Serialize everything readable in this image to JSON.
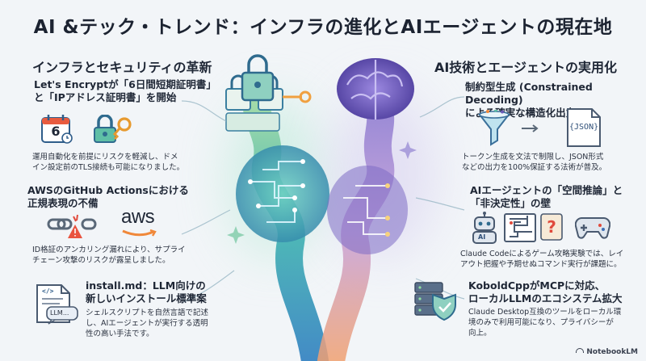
{
  "title": "AI &テック・トレンド：インフラの進化とAIエージェントの現在地",
  "left_section": {
    "heading": "インフラとセキュリティの革新",
    "blocks": [
      {
        "title_line1": "Let's Encryptが「6日間短期証明書」",
        "title_line2": "と「IPアドレス証明書」を開始",
        "desc_line1": "運用自動化を前提にリスクを軽減し、ドメ",
        "desc_line2": "イン設定前のTLS接続も可能になりました。",
        "calendar_number": "6"
      },
      {
        "title_line1": "AWSのGitHub Actionsにおける",
        "title_line2": "正規表現の不備",
        "desc_line1": "ID格証のアンカリング漏れにより、サプライ",
        "desc_line2": "チェーン攻撃のリスクが露呈しました。",
        "aws_logo": "aws"
      },
      {
        "title_line1": "install.md：LLM向けの",
        "title_line2": "新しいインストール標準案",
        "desc_line1": "シェルスクリプトを自然言語で記述",
        "desc_line2": "し、AIエージェントが実行する透明",
        "desc_line3": "性の高い手法です。",
        "doc_code": "</>",
        "doc_label": "LLM..."
      }
    ]
  },
  "right_section": {
    "heading": "AI技術とエージェントの実用化",
    "blocks": [
      {
        "title_line1": "制約型生成 (Constrained Decoding)",
        "title_line2": "による確実な構造化出力",
        "desc_line1": "トークン生成を文法で制限し、JSON形式",
        "desc_line2": "などの出力を100%保証する法術が普及。",
        "json_label": "{JSON}"
      },
      {
        "title_line1": "AIエージェントの「空間推論」と",
        "title_line2": "「非決定性」の壁",
        "desc_line1": "Claude Codeによるゲーム攻略実験では、レイ",
        "desc_line2": "アウト把握や予期せぬコマンド実行が課題に。",
        "robot_label": "AI"
      },
      {
        "title_line1": "KoboldCppがMCPに対応、",
        "title_line2": "ローカルLLMのエコシステム拡大",
        "desc_line1": "Claude Desktop互換のツールをローカル環",
        "desc_line2": "境のみで利用可能になり、プライバシーが",
        "desc_line3": "向上。"
      }
    ]
  },
  "watermark": "NotebookLM",
  "colors": {
    "teal": "#3fb3b0",
    "green": "#8fc85a",
    "purple": "#6b5bb8",
    "blue": "#3d6fb5",
    "orange": "#f0883a",
    "red": "#e04a3c"
  }
}
